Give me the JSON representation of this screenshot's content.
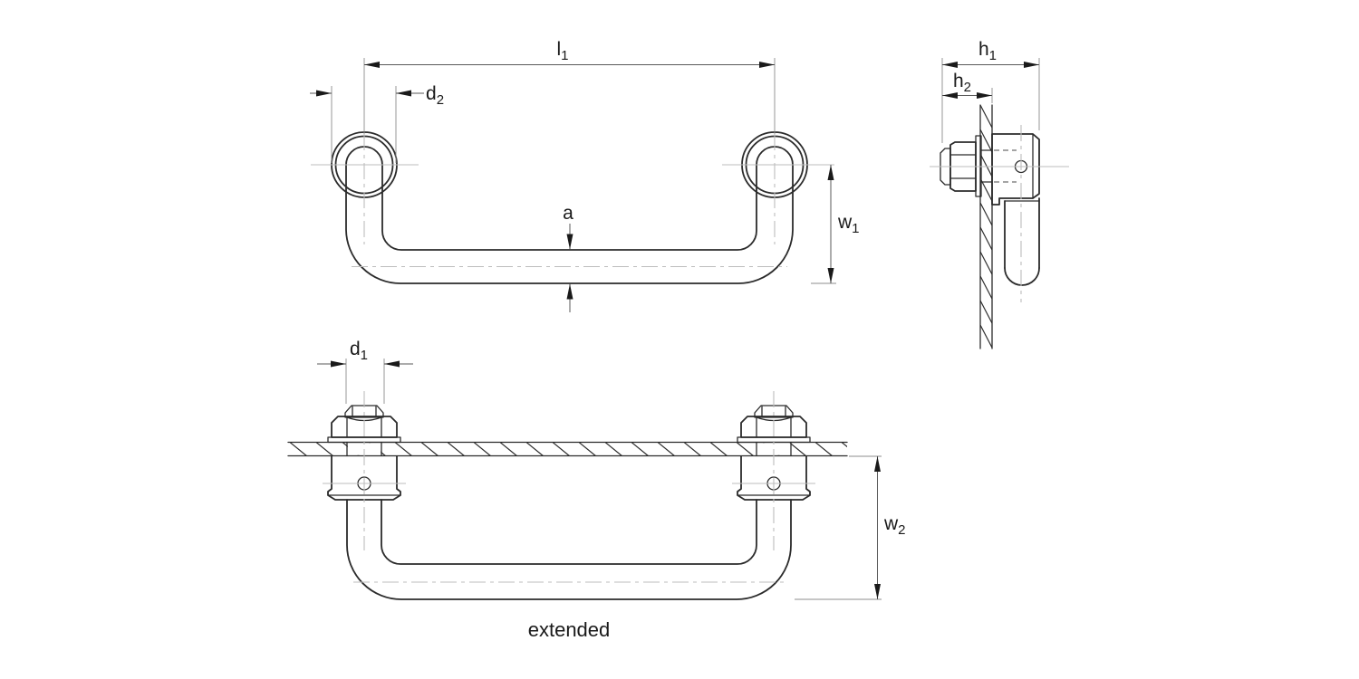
{
  "caption": "extended",
  "labels": {
    "l1": {
      "base": "l",
      "sub": "1"
    },
    "d2": {
      "base": "d",
      "sub": "2"
    },
    "a": {
      "base": "a",
      "sub": ""
    },
    "w1": {
      "base": "w",
      "sub": "1"
    },
    "h1": {
      "base": "h",
      "sub": "1"
    },
    "h2": {
      "base": "h",
      "sub": "2"
    },
    "d1": {
      "base": "d",
      "sub": "1"
    },
    "w2": {
      "base": "w",
      "sub": "2"
    }
  },
  "colors": {
    "background": "#ffffff",
    "outline": "#2b2b2b",
    "dimension_line": "#5a5a5a",
    "centerline": "#bdbdbd",
    "arrow": "#1a1a1a",
    "text": "#1a1a1a"
  }
}
